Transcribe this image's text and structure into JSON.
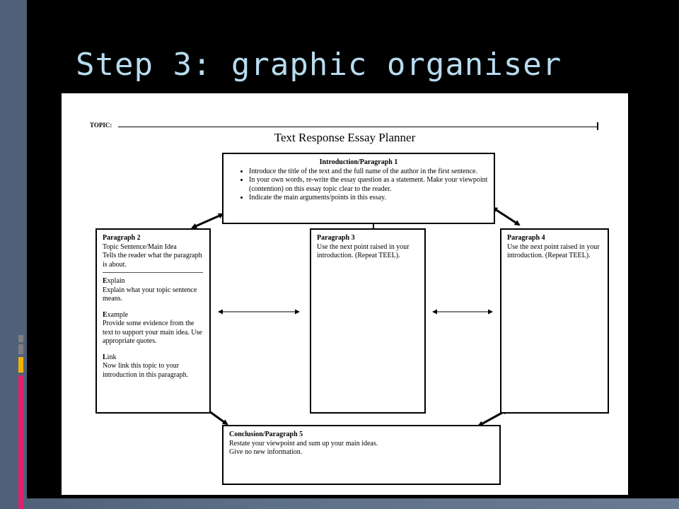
{
  "slide": {
    "title": "Step 3: graphic organiser",
    "colors": {
      "title": "#b8dcef",
      "background": "#000000",
      "accent_gray": "#7f7f7f",
      "accent_yellow": "#f0b400",
      "accent_pink": "#e0206a"
    }
  },
  "planner": {
    "topic_label": "TOPIC:",
    "title": "Text Response Essay Planner",
    "intro": {
      "heading": "Introduction/Paragraph 1",
      "bullets": [
        "Introduce the title of the text and the full name of the author in the first sentence.",
        "In your own words, re-write the essay question as a statement. Make your viewpoint (contention) on this essay topic clear to the reader.",
        "Indicate the main arguments/points in this essay."
      ]
    },
    "p2": {
      "heading": "Paragraph 2",
      "lines": [
        "Topic Sentence/Main Idea",
        "Tells the reader what the paragraph is about."
      ],
      "sections": [
        {
          "heading": "Explain",
          "body": "Explain what your topic sentence means."
        },
        {
          "heading": "Example",
          "body": "Provide some evidence from the text to support your main idea. Use appropriate quotes."
        },
        {
          "heading": "Link",
          "body": "Now link this topic to your introduction in this paragraph."
        }
      ]
    },
    "p3": {
      "heading": "Paragraph 3",
      "body": "Use the next point raised in your introduction. (Repeat TEEL)."
    },
    "p4": {
      "heading": "Paragraph 4",
      "body": "Use the next point raised in your introduction. (Repeat TEEL)."
    },
    "conclusion": {
      "heading": "Conclusion/Paragraph 5",
      "lines": [
        "Restate your viewpoint and sum up your main ideas.",
        "Give no new information."
      ]
    }
  }
}
